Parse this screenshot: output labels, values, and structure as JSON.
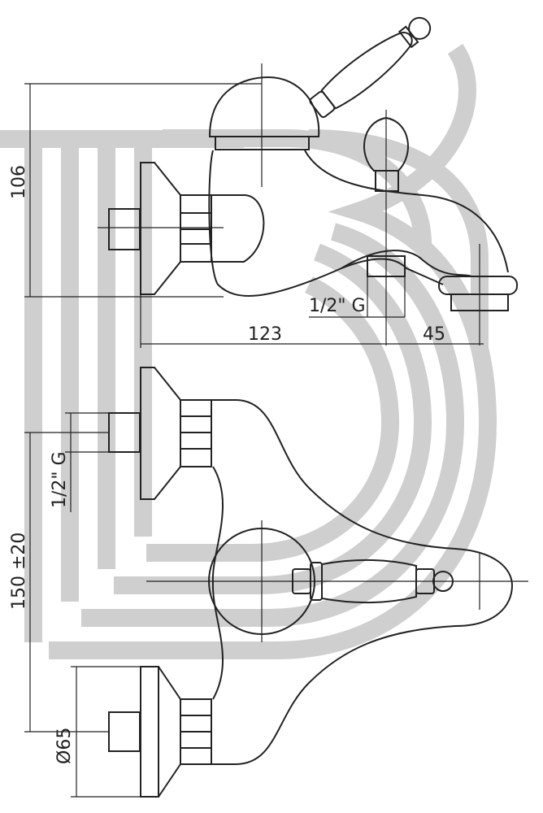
{
  "dimensions": {
    "height_top": "106",
    "thread_top": "1/2\" G",
    "length_main": "123",
    "length_spout": "45",
    "thread_side": "1/2\" G",
    "center_distance": "150 ±20",
    "diameter": "Ø65"
  },
  "watermark": {
    "color": "#cfcfcf"
  },
  "line_color": "#222222"
}
